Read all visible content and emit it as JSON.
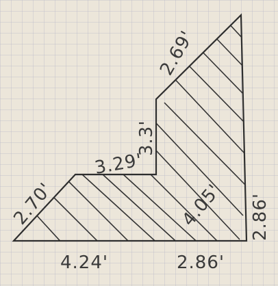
{
  "diagram": {
    "labels": {
      "bottom_left": "4.24'",
      "bottom_right": "2.86'",
      "right_side": "2.86'",
      "left_slope": "2.70'",
      "notch_top": "3.29'",
      "notch_side": "3.3'",
      "notch_slope": "4.05'",
      "top_slope": "2.69'"
    },
    "colors": {
      "paper": "#ece6da",
      "grid": "#b9b9c8",
      "ink": "#2e2e2e"
    }
  }
}
